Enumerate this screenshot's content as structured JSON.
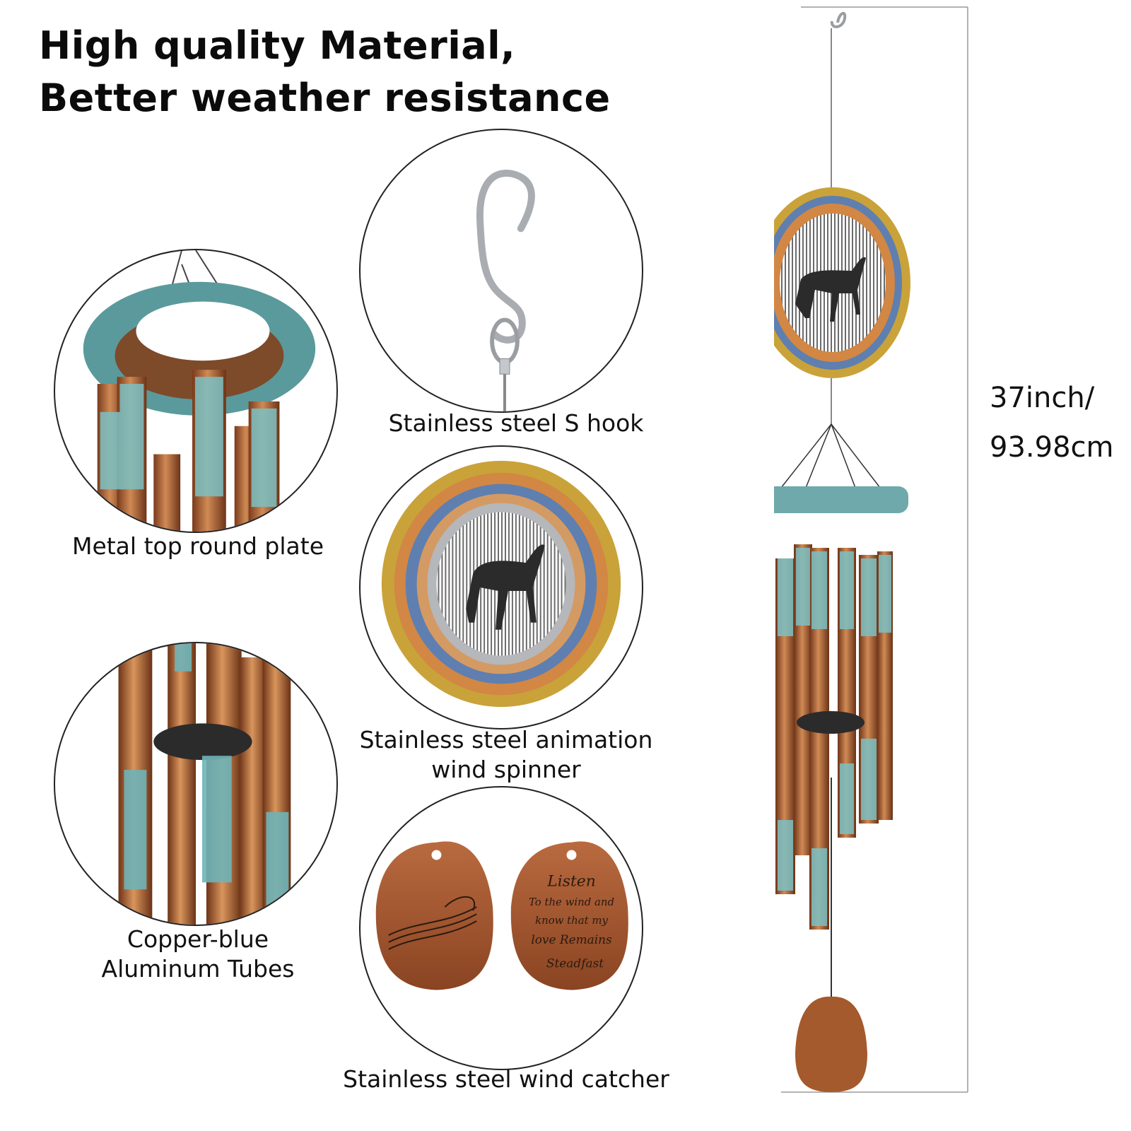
{
  "headline": {
    "line1": "High quality Material,",
    "line2": "Better weather resistance"
  },
  "features": [
    {
      "icon": "top-plate-icon",
      "lines": [
        "Metal top round plate"
      ]
    },
    {
      "icon": "s-hook-icon",
      "lines": [
        "Stainless steel S hook"
      ]
    },
    {
      "icon": "wind-spinner-icon",
      "lines": [
        "Stainless steel animation",
        "wind spinner"
      ]
    },
    {
      "icon": "aluminum-tubes-icon",
      "lines": [
        "Copper-blue",
        "Aluminum Tubes"
      ]
    },
    {
      "icon": "wind-catcher-icon",
      "lines": [
        "Stainless steel wind catcher"
      ]
    }
  ],
  "catcher_text": {
    "line1": "Listen",
    "line2": "To the wind and",
    "line3": "know that my",
    "line4": "love Remains",
    "line5": "Steadfast"
  },
  "dimension": {
    "line1": "37inch/",
    "line2": "93.98cm"
  },
  "colors": {
    "copper": "#a45a2c",
    "turquoise": "#6fb4b8",
    "steel": "#b9bcc0",
    "text": "#111111"
  }
}
